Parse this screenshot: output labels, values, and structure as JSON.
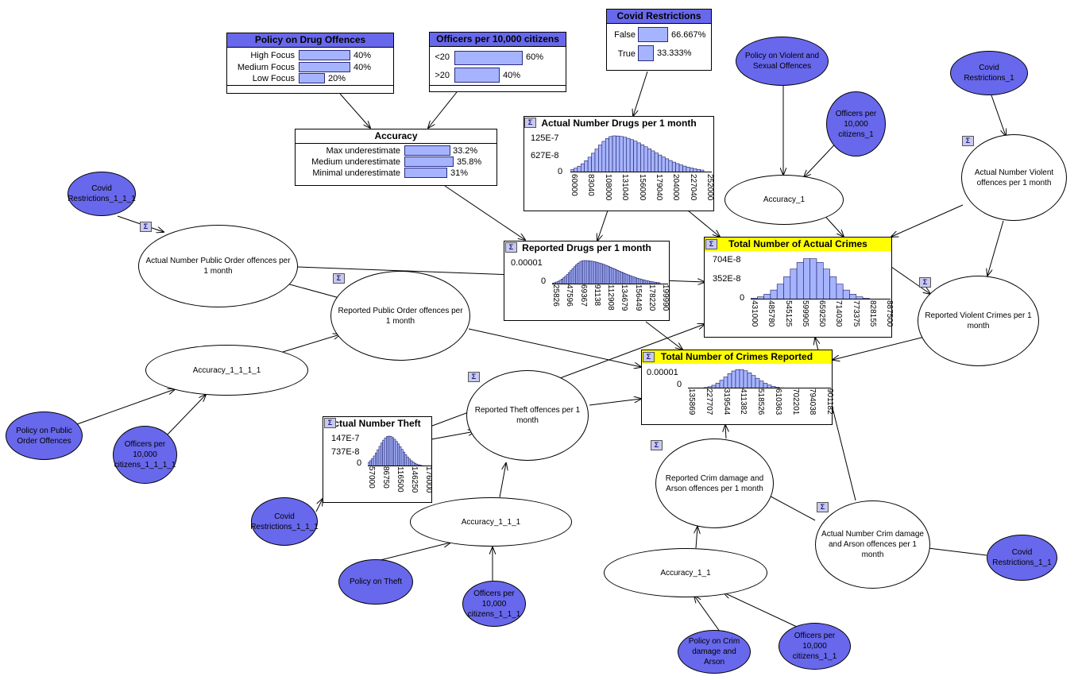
{
  "nodes": {
    "policy_violent": "Policy on Violent and Sexual Offences",
    "officers_1": "Officers per 10,000 citizens_1",
    "covid_1": "Covid Restrictions_1",
    "accuracy_1": "Accuracy_1",
    "actual_violent": "Actual Number Violent offences per 1 month",
    "reported_violent": "Reported Violent Crimes per 1 month",
    "covid_1_1_1": "Covid Restrictions_1_1_1",
    "actual_public": "Actual Number Public Order offences per 1 month",
    "reported_public": "Reported Public Order offences per 1 month",
    "accuracy_1_1_1_1": "Accuracy_1_1_1_1",
    "policy_public": "Policy on Public Order Offences",
    "officers_1_1_1_1": "Officers per 10,000 citizens_1_1_1_1",
    "reported_theft": "Reported Theft offences per 1 month",
    "covid_1_1": "Covid Restrictions_1_1_1",
    "accuracy_1_1_1": "Accuracy_1_1_1",
    "policy_theft": "Policy on Theft",
    "officers_1_1_1": "Officers per 10,000 citizens_1_1_1",
    "reported_crim": "Reported Crim damage and Arson offences per 1 month",
    "accuracy_1_1": "Accuracy_1_1",
    "policy_crim": "Policy on Crim damage and Arson",
    "officers_1_1": "Officers per 10,000 citizens_1_1",
    "actual_crim": "Actual Number Crim damage and Arson offences per 1 month",
    "covid_1_x": "Covid Restrictions_1_1"
  },
  "tables": {
    "drug_policy": {
      "title": "Policy on Drug Offences",
      "rows": [
        {
          "label": "High Focus",
          "pct": "40%",
          "value": 0.4
        },
        {
          "label": "Medium Focus",
          "pct": "40%",
          "value": 0.4
        },
        {
          "label": "Low Focus",
          "pct": "20%",
          "value": 0.2
        }
      ]
    },
    "officers": {
      "title": "Officers per 10,000 citizens",
      "rows": [
        {
          "label": "<20",
          "pct": "60%",
          "value": 0.6
        },
        {
          "label": ">20",
          "pct": "40%",
          "value": 0.4
        }
      ]
    },
    "covid": {
      "title": "Covid Restrictions",
      "rows": [
        {
          "label": "False",
          "pct": "66.667%",
          "value": 0.66667
        },
        {
          "label": "True",
          "pct": "33.333%",
          "value": 0.33333
        }
      ]
    },
    "accuracy": {
      "title": "Accuracy",
      "rows": [
        {
          "label": "Max underestimate",
          "pct": "33.2%",
          "value": 0.332
        },
        {
          "label": "Medium underestimate",
          "pct": "35.8%",
          "value": 0.358
        },
        {
          "label": "Minimal underestimate",
          "pct": "31%",
          "value": 0.31
        }
      ]
    }
  },
  "charts": {
    "drugs_actual": {
      "title": "Actual Number Drugs per 1 month",
      "y_top": "125E-7",
      "y_mid": "627E-8",
      "y_zero": "0",
      "x_ticks": [
        "60000",
        "83040",
        "108000",
        "131040",
        "156000",
        "179040",
        "204000",
        "227040",
        "252000"
      ]
    },
    "drugs_reported": {
      "title": "Reported Drugs per 1 month",
      "y_top": "0.00001",
      "y_zero": "0",
      "x_ticks": [
        "25826",
        "47596",
        "69367",
        "91138",
        "112908",
        "134679",
        "156449",
        "178220",
        "199990"
      ]
    },
    "total_actual": {
      "title": "Total Number of Actual Crimes",
      "y_top": "704E-8",
      "y_mid": "352E-8",
      "y_zero": "0",
      "x_ticks": [
        "431000",
        "485780",
        "545125",
        "599905",
        "659250",
        "714030",
        "773375",
        "828155",
        "887500"
      ]
    },
    "total_reported": {
      "title": "Total Number of Crimes Reported",
      "y_top": "0.00001",
      "y_zero": "0",
      "x_ticks": [
        "135869",
        "227707",
        "319544",
        "411382",
        "518526",
        "610363",
        "702201",
        "794038",
        "901182"
      ]
    },
    "theft_actual": {
      "title": "ctual Number Theft",
      "y_top": "147E-7",
      "y_mid": "737E-8",
      "y_zero": "0",
      "x_ticks": [
        "57000",
        "86750",
        "116500",
        "146250",
        "176000"
      ]
    }
  },
  "sigma_icon": "sigma-icon",
  "colors": {
    "blue_node": "#6868ec",
    "bar_fill": "#a6b4ff",
    "highlight": "#ffff00"
  }
}
